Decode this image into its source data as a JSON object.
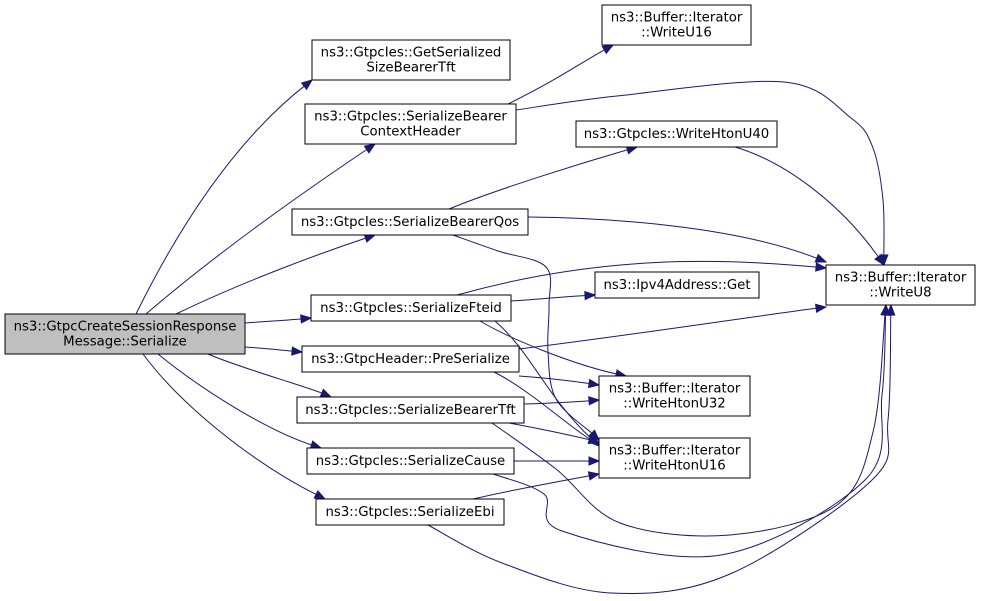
{
  "diagram": {
    "nodes": [
      {
        "id": "root",
        "lines": [
          "ns3::GtpcCreateSessionResponse",
          "Message::Serialize"
        ],
        "highlighted": true
      },
      {
        "id": "getSerSize",
        "lines": [
          "ns3::GtpcIes::GetSerialized",
          "SizeBearerTft"
        ]
      },
      {
        "id": "serBearerCtx",
        "lines": [
          "ns3::GtpcIes::SerializeBearer",
          "ContextHeader"
        ]
      },
      {
        "id": "serBearerQos",
        "lines": [
          "ns3::GtpcIes::SerializeBearerQos"
        ]
      },
      {
        "id": "serFteid",
        "lines": [
          "ns3::GtpcIes::SerializeFteid"
        ]
      },
      {
        "id": "preSerialize",
        "lines": [
          "ns3::GtpcHeader::PreSerialize"
        ]
      },
      {
        "id": "serBearerTft",
        "lines": [
          "ns3::GtpcIes::SerializeBearerTft"
        ]
      },
      {
        "id": "serCause",
        "lines": [
          "ns3::GtpcIes::SerializeCause"
        ]
      },
      {
        "id": "serEbi",
        "lines": [
          "ns3::GtpcIes::SerializeEbi"
        ]
      },
      {
        "id": "writeU16",
        "lines": [
          "ns3::Buffer::Iterator",
          "::WriteU16"
        ]
      },
      {
        "id": "writeHtonU40",
        "lines": [
          "ns3::GtpcIes::WriteHtonU40"
        ]
      },
      {
        "id": "ipv4Get",
        "lines": [
          "ns3::Ipv4Address::Get"
        ]
      },
      {
        "id": "writeHtonU32",
        "lines": [
          "ns3::Buffer::Iterator",
          "::WriteHtonU32"
        ]
      },
      {
        "id": "writeHtonU16",
        "lines": [
          "ns3::Buffer::Iterator",
          "::WriteHtonU16"
        ]
      },
      {
        "id": "writeU8",
        "lines": [
          "ns3::Buffer::Iterator",
          "::WriteU8"
        ]
      }
    ],
    "edges": [
      {
        "from": "root",
        "to": "getSerSize"
      },
      {
        "from": "root",
        "to": "serBearerCtx"
      },
      {
        "from": "root",
        "to": "serBearerQos"
      },
      {
        "from": "root",
        "to": "serFteid"
      },
      {
        "from": "root",
        "to": "preSerialize"
      },
      {
        "from": "root",
        "to": "serBearerTft"
      },
      {
        "from": "root",
        "to": "serCause"
      },
      {
        "from": "root",
        "to": "serEbi"
      },
      {
        "from": "serBearerCtx",
        "to": "writeU16"
      },
      {
        "from": "serBearerCtx",
        "to": "writeU8"
      },
      {
        "from": "serBearerQos",
        "to": "writeHtonU40"
      },
      {
        "from": "serBearerQos",
        "to": "writeU8"
      },
      {
        "from": "serBearerQos",
        "to": "writeHtonU16"
      },
      {
        "from": "writeHtonU40",
        "to": "writeU8"
      },
      {
        "from": "serFteid",
        "to": "writeU8"
      },
      {
        "from": "serFteid",
        "to": "ipv4Get"
      },
      {
        "from": "serFteid",
        "to": "writeHtonU32"
      },
      {
        "from": "serFteid",
        "to": "writeHtonU16"
      },
      {
        "from": "preSerialize",
        "to": "writeU8"
      },
      {
        "from": "preSerialize",
        "to": "writeHtonU32"
      },
      {
        "from": "preSerialize",
        "to": "writeHtonU16"
      },
      {
        "from": "serBearerTft",
        "to": "writeHtonU32"
      },
      {
        "from": "serBearerTft",
        "to": "writeHtonU16"
      },
      {
        "from": "serBearerTft",
        "to": "writeU8"
      },
      {
        "from": "serCause",
        "to": "writeHtonU16"
      },
      {
        "from": "serCause",
        "to": "writeU8"
      },
      {
        "from": "serEbi",
        "to": "writeHtonU16"
      },
      {
        "from": "serEbi",
        "to": "writeU8"
      }
    ],
    "colors": {
      "edge": "#191970",
      "node_border": "#000000",
      "node_fill": "#ffffff",
      "highlight_fill": "#bfbfbf"
    }
  }
}
